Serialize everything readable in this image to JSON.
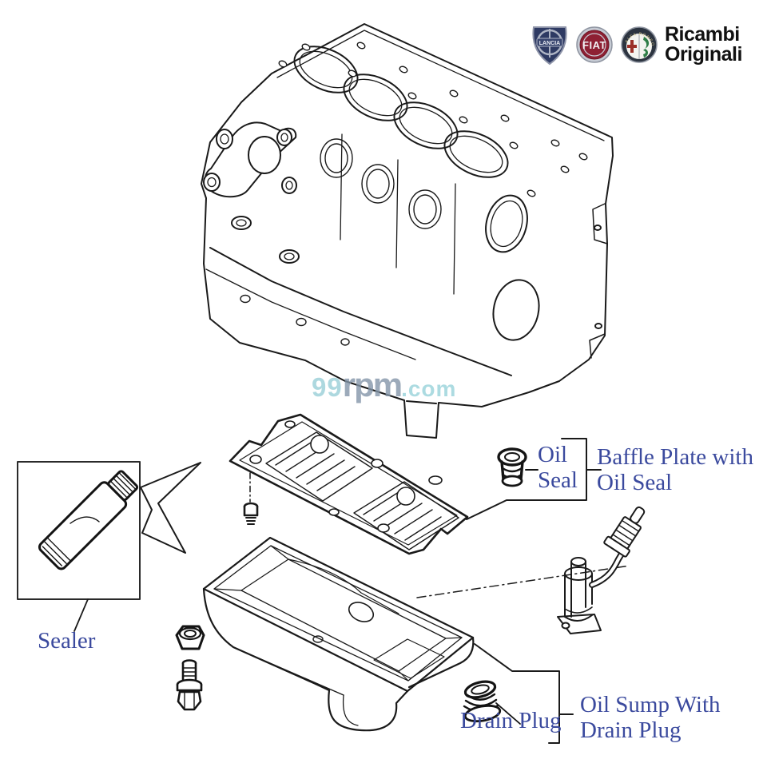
{
  "header": {
    "brand": {
      "line1": "Ricambi",
      "line2": "Originali"
    },
    "logos": [
      {
        "id": "lancia",
        "text": "LANCIA"
      },
      {
        "id": "fiat",
        "text": "FIAT"
      },
      {
        "id": "alfa-romeo",
        "text": "ALFA ROMEO"
      }
    ]
  },
  "watermark": {
    "part1": "99",
    "part2": "rpm",
    "part3": ".com"
  },
  "callouts": {
    "oil_seal_line1": "Oil",
    "oil_seal_line2": "Seal",
    "baffle_line1": "Baffle Plate with",
    "baffle_line2": "Oil Seal",
    "sealer": "Sealer",
    "drain_plug": "Drain Plug",
    "oil_sump_line1": "Oil Sump With",
    "oil_sump_line2": "Drain Plug"
  },
  "colors": {
    "label_blue": "#3b4a9e",
    "line_black": "#1a1a1a",
    "watermark_teal": "#9fd2da",
    "watermark_gray": "#8496a9",
    "brand_text": "#111111",
    "fiat_red": "#8e2033",
    "lancia_navy": "#2e3a63",
    "alfa_ring": "#2c3440",
    "alfa_green": "#2e7d46",
    "alfa_cross_red": "#9b3028"
  }
}
